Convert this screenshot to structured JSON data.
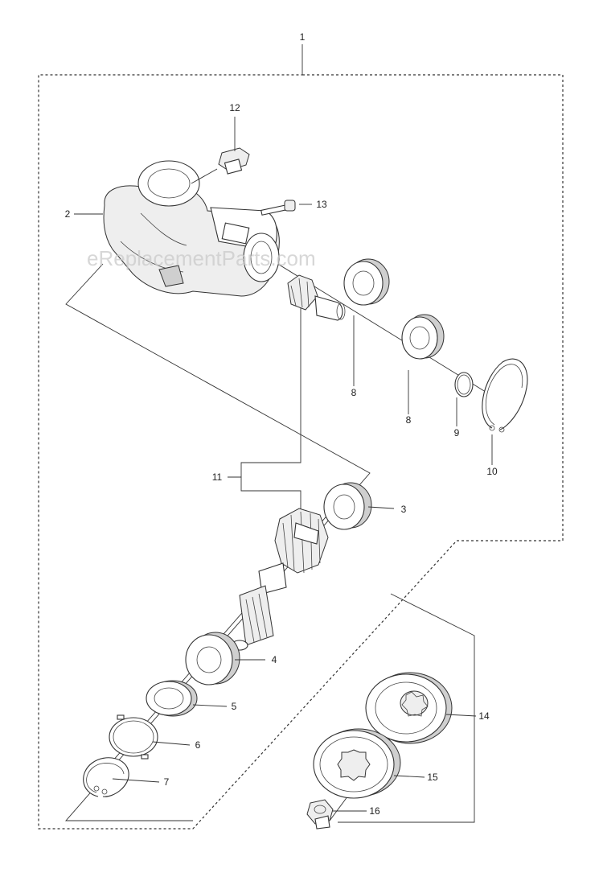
{
  "watermark": "eReplacementParts.com",
  "callouts": {
    "c1": "1",
    "c2": "2",
    "c3": "3",
    "c4": "4",
    "c5": "5",
    "c6": "6",
    "c7": "7",
    "c8a": "8",
    "c8b": "8",
    "c9": "9",
    "c10": "10",
    "c11": "11",
    "c12": "12",
    "c13": "13",
    "c14": "14",
    "c15": "15",
    "c16": "16"
  },
  "colors": {
    "line": "#333333",
    "dash_border": "#333333",
    "watermark": "#c9c9c9",
    "background": "#ffffff"
  }
}
